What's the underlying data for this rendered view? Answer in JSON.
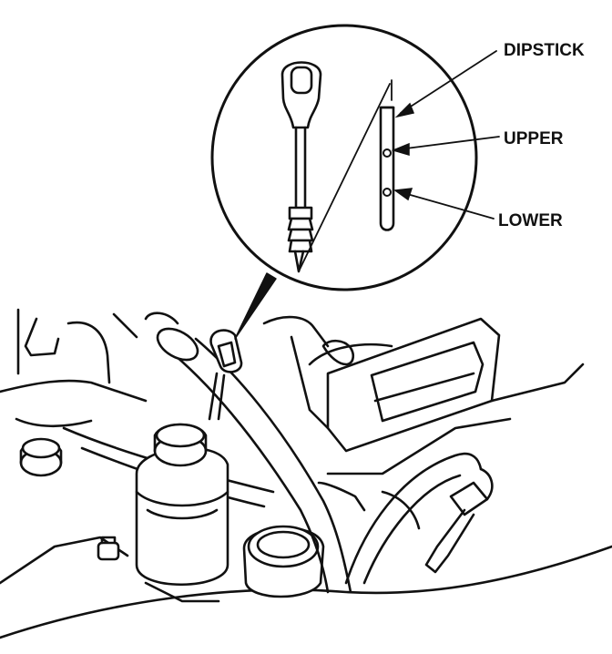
{
  "labels": {
    "dipstick": "DIPSTICK",
    "upper": "UPPER",
    "lower": "LOWER"
  },
  "colors": {
    "ink": "#111111",
    "paper": "#ffffff"
  }
}
